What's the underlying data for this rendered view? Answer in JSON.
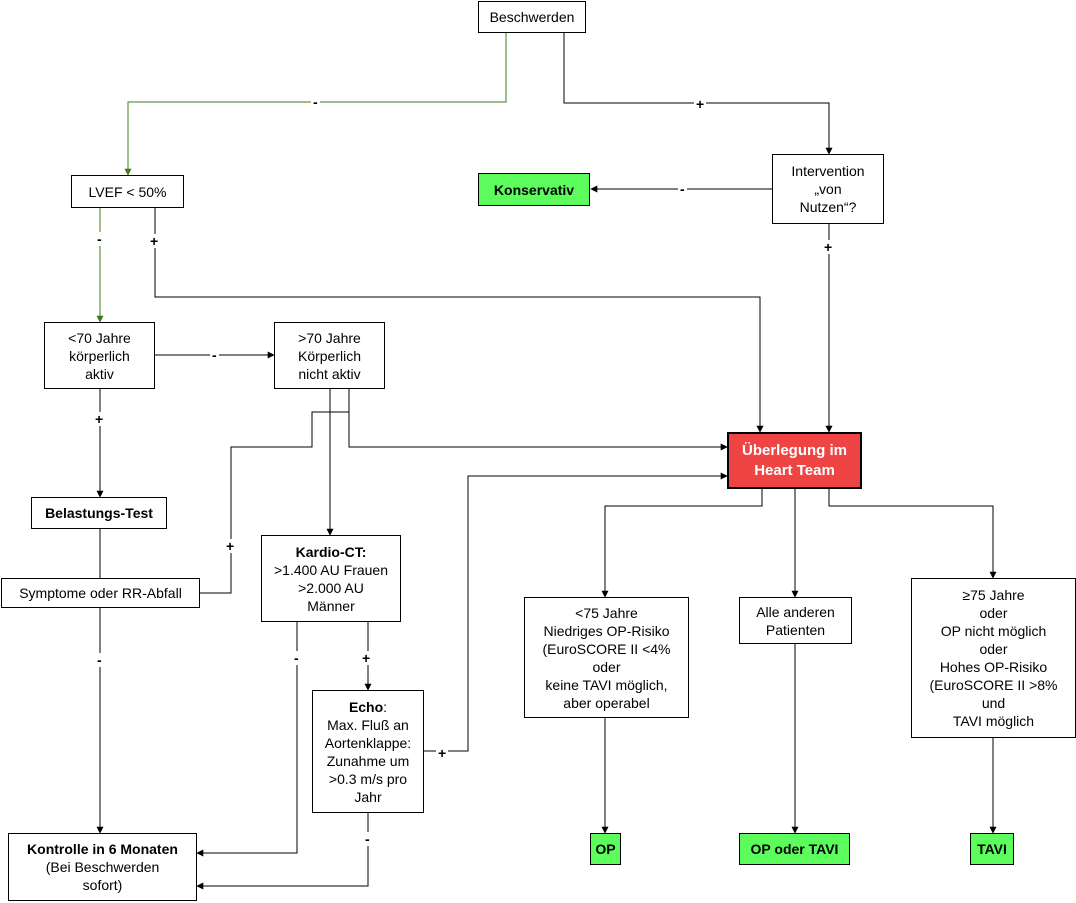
{
  "nodes": {
    "beschwerden": "Beschwerden",
    "lvef": "LVEF < 50%",
    "intervention": "Intervention\n„von\nNutzen“?",
    "konservativ": "Konservativ",
    "jung_aktiv": "<70 Jahre\nkörperlich\naktiv",
    "alt_inaktiv": ">70 Jahre\nKörperlich\nnicht aktiv",
    "heart_team": "Überlegung im\nHeart Team",
    "belastungstest": "Belastungs-Test",
    "symptome": "Symptome oder RR-Abfall",
    "kardio_ct_title": "Kardio-CT:",
    "kardio_ct_body": ">1.400 AU Frauen\n>2.000 AU\nMänner",
    "echo_title": "Echo",
    "echo_body": ":\nMax. Fluß an\nAortenklappe:\nZunahme um\n>0.3 m/s pro\nJahr",
    "kontrolle_title": "Kontrolle in 6 Monaten",
    "kontrolle_body": "(Bei Beschwerden\nsofort)",
    "unter75": "<75 Jahre\nNiedriges OP-Risiko\n(EuroSCORE II <4%\noder\nkeine TAVI möglich,\naber operabel",
    "alle_anderen": "Alle anderen\nPatienten",
    "ueber75": "≥75 Jahre\noder\nOP nicht möglich\noder\nHohes OP-Risiko\n(EuroSCORE II >8%\nund\nTAVI möglich",
    "op": "OP",
    "op_oder_tavi": "OP oder TAVI",
    "tavi": "TAVI"
  },
  "edge_labels": {
    "minus": "-",
    "plus": "+"
  },
  "colors": {
    "green_fill": "#5cfc5c",
    "red_fill": "#ef4444",
    "green_line": "#3a7d1a",
    "line": "#000000"
  }
}
